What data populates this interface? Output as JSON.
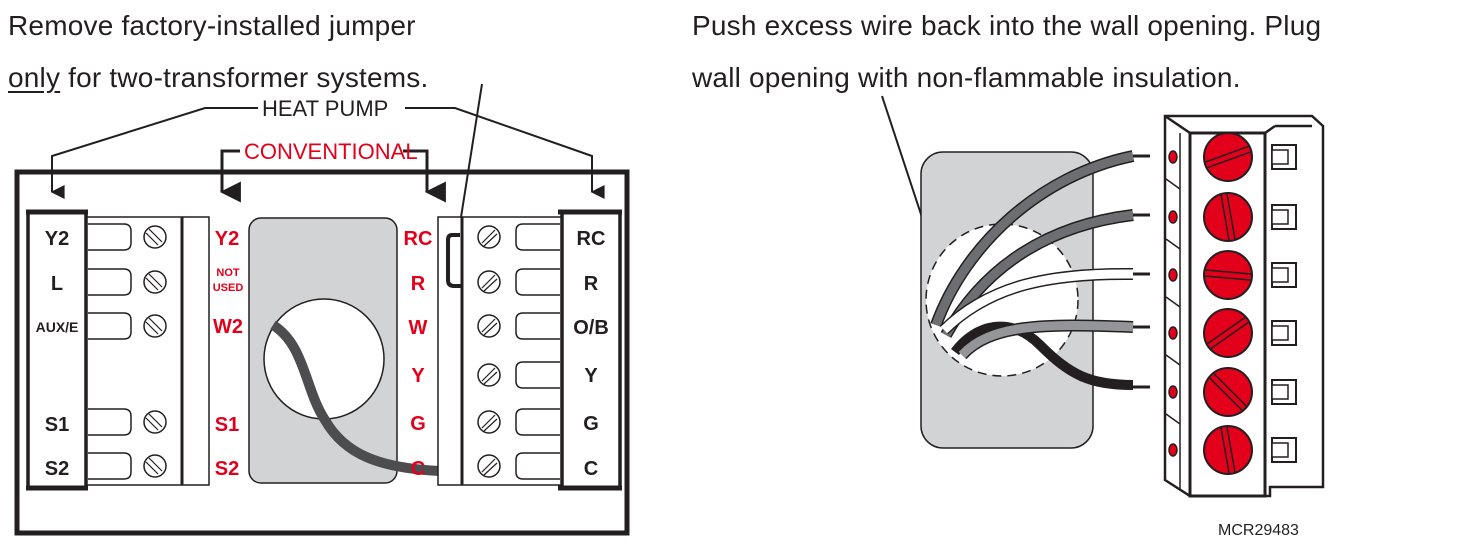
{
  "instructions": {
    "left_line1": "Remove factory-installed jumper",
    "left_line2_emphasis": "only",
    "left_line2_rest": " for two-transformer systems.",
    "right_line1": "Push excess wire back into the wall opening. Plug",
    "right_line2": "wall opening with non-flammable insulation."
  },
  "group_labels": {
    "heat_pump": "HEAT PUMP",
    "conventional": "CONVENTIONAL"
  },
  "left_block": {
    "heat_pump_terminals": [
      "Y2",
      "L",
      "AUX/E",
      "S1",
      "S2"
    ],
    "conventional_terminals": [
      "Y2",
      "NOT",
      "USED",
      "W2",
      "S1",
      "S2"
    ]
  },
  "right_block": {
    "conventional_terminals": [
      "RC",
      "R",
      "W",
      "Y",
      "G",
      "C"
    ],
    "heat_pump_terminals": [
      "RC",
      "R",
      "O/B",
      "Y",
      "G",
      "C"
    ]
  },
  "colors": {
    "conventional_red": "#e2001a",
    "plate_gray": "#d1d3d4",
    "wire_dark": "#4d4d4f",
    "wire_gray": "#808285",
    "wire_black": "#231f20",
    "screw_red": "#e2001a"
  },
  "figure_id": "MCR29483"
}
